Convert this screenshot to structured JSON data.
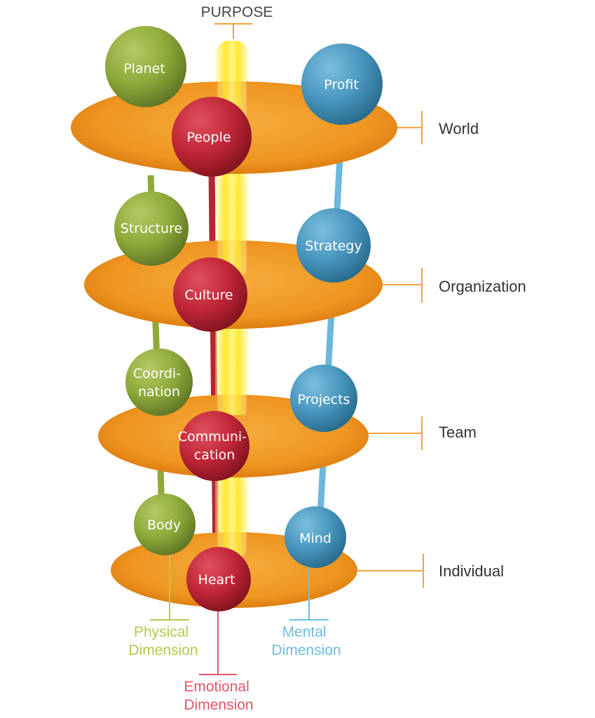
{
  "purpose": "PURPOSE",
  "levels": [
    "World",
    "Organization",
    "Team",
    "Individual"
  ],
  "physical": {
    "items": [
      "Planet",
      "Structure",
      "Coordi-\nnation",
      "Body"
    ],
    "label": "Physical\nDimension"
  },
  "emotional": {
    "items": [
      "People",
      "Culture",
      "Communi-\ncation",
      "Heart"
    ],
    "label": "Emotional\nDimension"
  },
  "mental": {
    "items": [
      "Profit",
      "Strategy",
      "Projects",
      "Mind"
    ],
    "label": "Mental\nDimension"
  },
  "colors": {
    "physical": "#8fa83c",
    "emotional": "#c0283a",
    "mental": "#4a9cc4",
    "disc": "#f29a1e",
    "purpose": "#fff03a",
    "physical_label": "#b7c94f",
    "emotional_label": "#e0556a",
    "mental_label": "#6cbde0",
    "level_line": "#f4a33a"
  }
}
